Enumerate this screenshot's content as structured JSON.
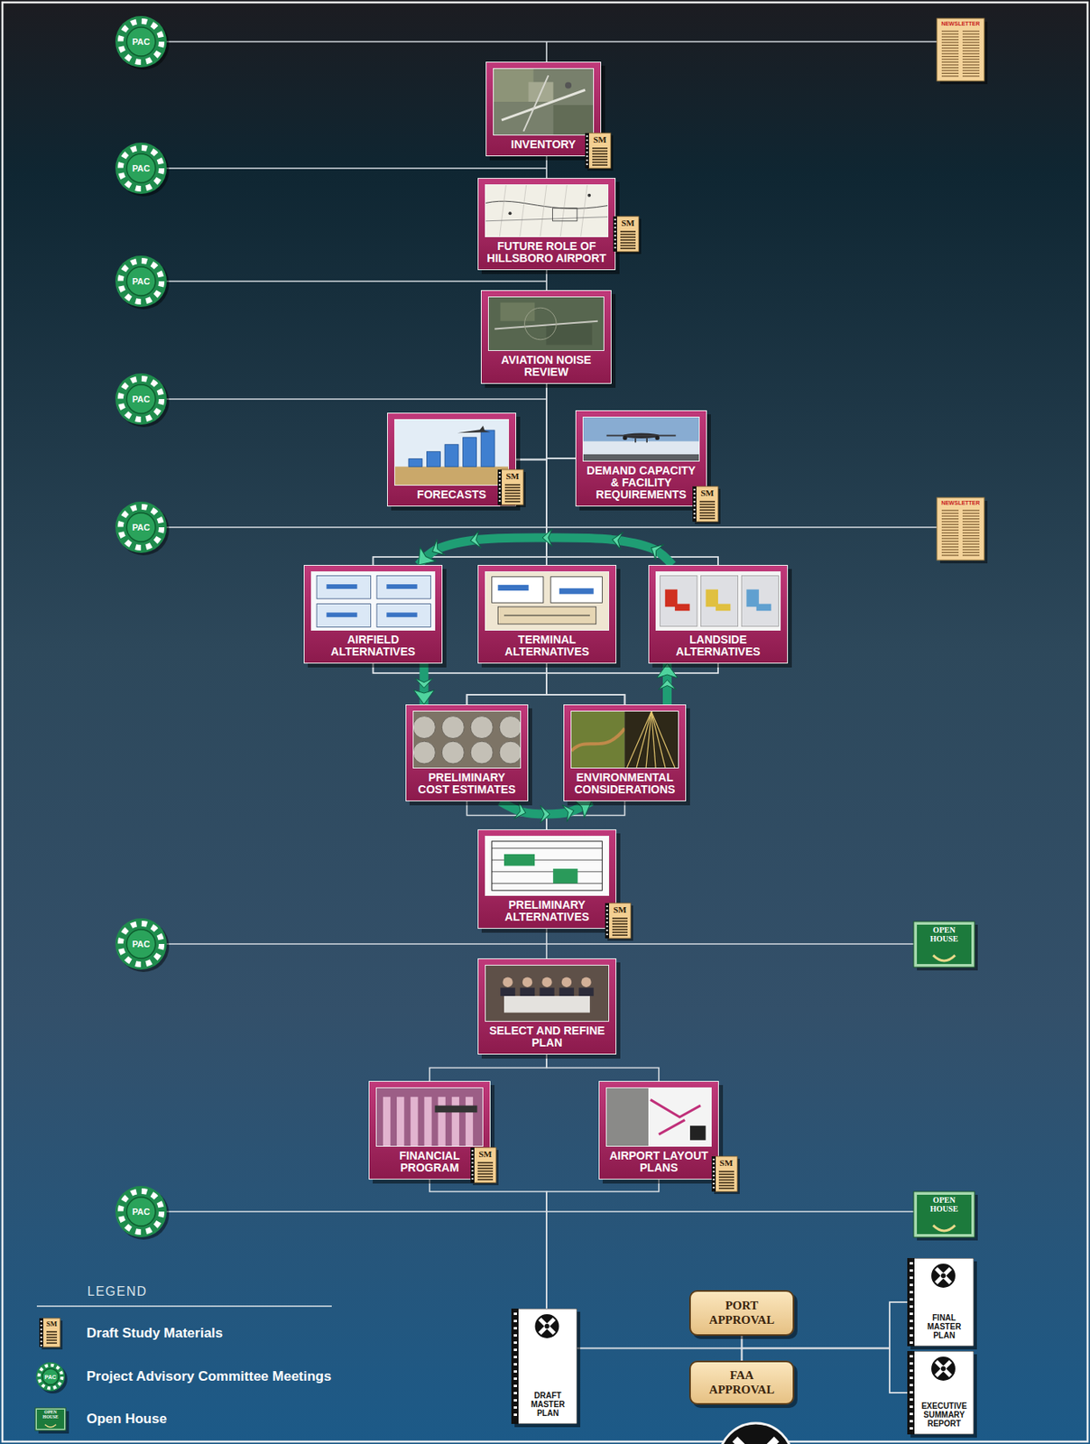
{
  "diagram": {
    "nodes": [
      {
        "text": [
          "INVENTORY"
        ]
      },
      {
        "text": [
          "FUTURE ROLE OF HILLSBORO AIRPORT"
        ]
      },
      {
        "text": [
          "AVIATION NOISE REVIEW"
        ]
      },
      {
        "text": [
          "FORECASTS"
        ]
      },
      {
        "text": [
          "DEMAND CAPACITY & FACILITY REQUIREMENTS"
        ]
      },
      {
        "text": [
          "AIRFIELD ALTERNATIVES"
        ]
      },
      {
        "text": [
          "TERMINAL ALTERNATIVES"
        ]
      },
      {
        "text": [
          "LANDSIDE ALTERNATIVES"
        ]
      },
      {
        "text": [
          "PRELIMINARY COST ESTIMATES"
        ]
      },
      {
        "text": [
          "ENVIRONMENTAL CONSIDERATIONS"
        ]
      },
      {
        "text": [
          "PRELIMINARY ALTERNATIVES"
        ]
      },
      {
        "text": [
          "SELECT AND REFINE PLAN"
        ]
      },
      {
        "text": [
          "FINANCIAL PROGRAM"
        ]
      },
      {
        "text": [
          "AIRPORT LAYOUT PLANS"
        ]
      },
      {
        "text": [
          "DRAFT MASTER PLAN"
        ]
      },
      {
        "text": [
          "PORT APPROVAL"
        ]
      },
      {
        "text": [
          "FAA APPROVAL"
        ]
      },
      {
        "text": [
          "FINAL MASTER PLAN"
        ]
      },
      {
        "text": [
          "EXECUTIVE SUMMARY REPORT"
        ]
      }
    ],
    "edges": [
      {
        "from": 0,
        "to": 1,
        "arrow": "none"
      },
      {
        "from": 1,
        "to": 2,
        "arrow": "none"
      },
      {
        "from": 2,
        "to": 3,
        "arrow": "none"
      },
      {
        "from": 2,
        "to": 4,
        "arrow": "none"
      },
      {
        "from": 3,
        "to": 5,
        "arrow": "none"
      },
      {
        "from": 3,
        "to": 6,
        "arrow": "none"
      },
      {
        "from": 3,
        "to": 7,
        "arrow": "none"
      },
      {
        "from": 4,
        "to": 5,
        "arrow": "none"
      },
      {
        "from": 4,
        "to": 6,
        "arrow": "none"
      },
      {
        "from": 4,
        "to": 7,
        "arrow": "none"
      },
      {
        "from": 5,
        "to": 8,
        "arrow": "none"
      },
      {
        "from": 5,
        "to": 9,
        "arrow": "none"
      },
      {
        "from": 6,
        "to": 8,
        "arrow": "none"
      },
      {
        "from": 6,
        "to": 9,
        "arrow": "none"
      },
      {
        "from": 7,
        "to": 8,
        "arrow": "none"
      },
      {
        "from": 7,
        "to": 9,
        "arrow": "none"
      },
      {
        "from": 8,
        "to": 10,
        "arrow": "none"
      },
      {
        "from": 9,
        "to": 10,
        "arrow": "none"
      },
      {
        "from": 10,
        "to": 11,
        "arrow": "none"
      },
      {
        "from": 11,
        "to": 12,
        "arrow": "none"
      },
      {
        "from": 11,
        "to": 13,
        "arrow": "none"
      },
      {
        "from": 12,
        "to": 14,
        "arrow": "none"
      },
      {
        "from": 13,
        "to": 14,
        "arrow": "none"
      },
      {
        "from": 14,
        "to": 15,
        "arrow": "none"
      },
      {
        "from": 14,
        "to": 16,
        "arrow": "none"
      },
      {
        "from": 15,
        "to": 17,
        "arrow": "none"
      },
      {
        "from": 15,
        "to": 18,
        "arrow": "none"
      },
      {
        "from": 16,
        "to": 17,
        "arrow": "none"
      },
      {
        "from": 16,
        "to": 18,
        "arrow": "none"
      },
      {
        "from": 7,
        "to": 5,
        "arrow": "to"
      },
      {
        "from": 5,
        "to": 8,
        "arrow": "to"
      },
      {
        "from": 8,
        "to": 9,
        "arrow": "to"
      },
      {
        "from": 9,
        "to": 7,
        "arrow": "to"
      }
    ],
    "labels": [
      "PAC",
      "NEWSLETTER",
      "SM",
      "PAC",
      "SM",
      "PAC",
      "PAC",
      "SM",
      "SM",
      "PAC",
      "NEWSLETTER",
      "SM",
      "PAC",
      "OPEN HOUSE",
      "SM",
      "SM",
      "PAC",
      "OPEN HOUSE",
      "LEGEND",
      "SM",
      "PAC",
      "OPEN HOUSE"
    ],
    "legend": [
      {
        "text": "Draft Study Materials"
      },
      {
        "text": "Project Advisory Committee Meetings"
      },
      {
        "text": "Open House"
      }
    ]
  }
}
